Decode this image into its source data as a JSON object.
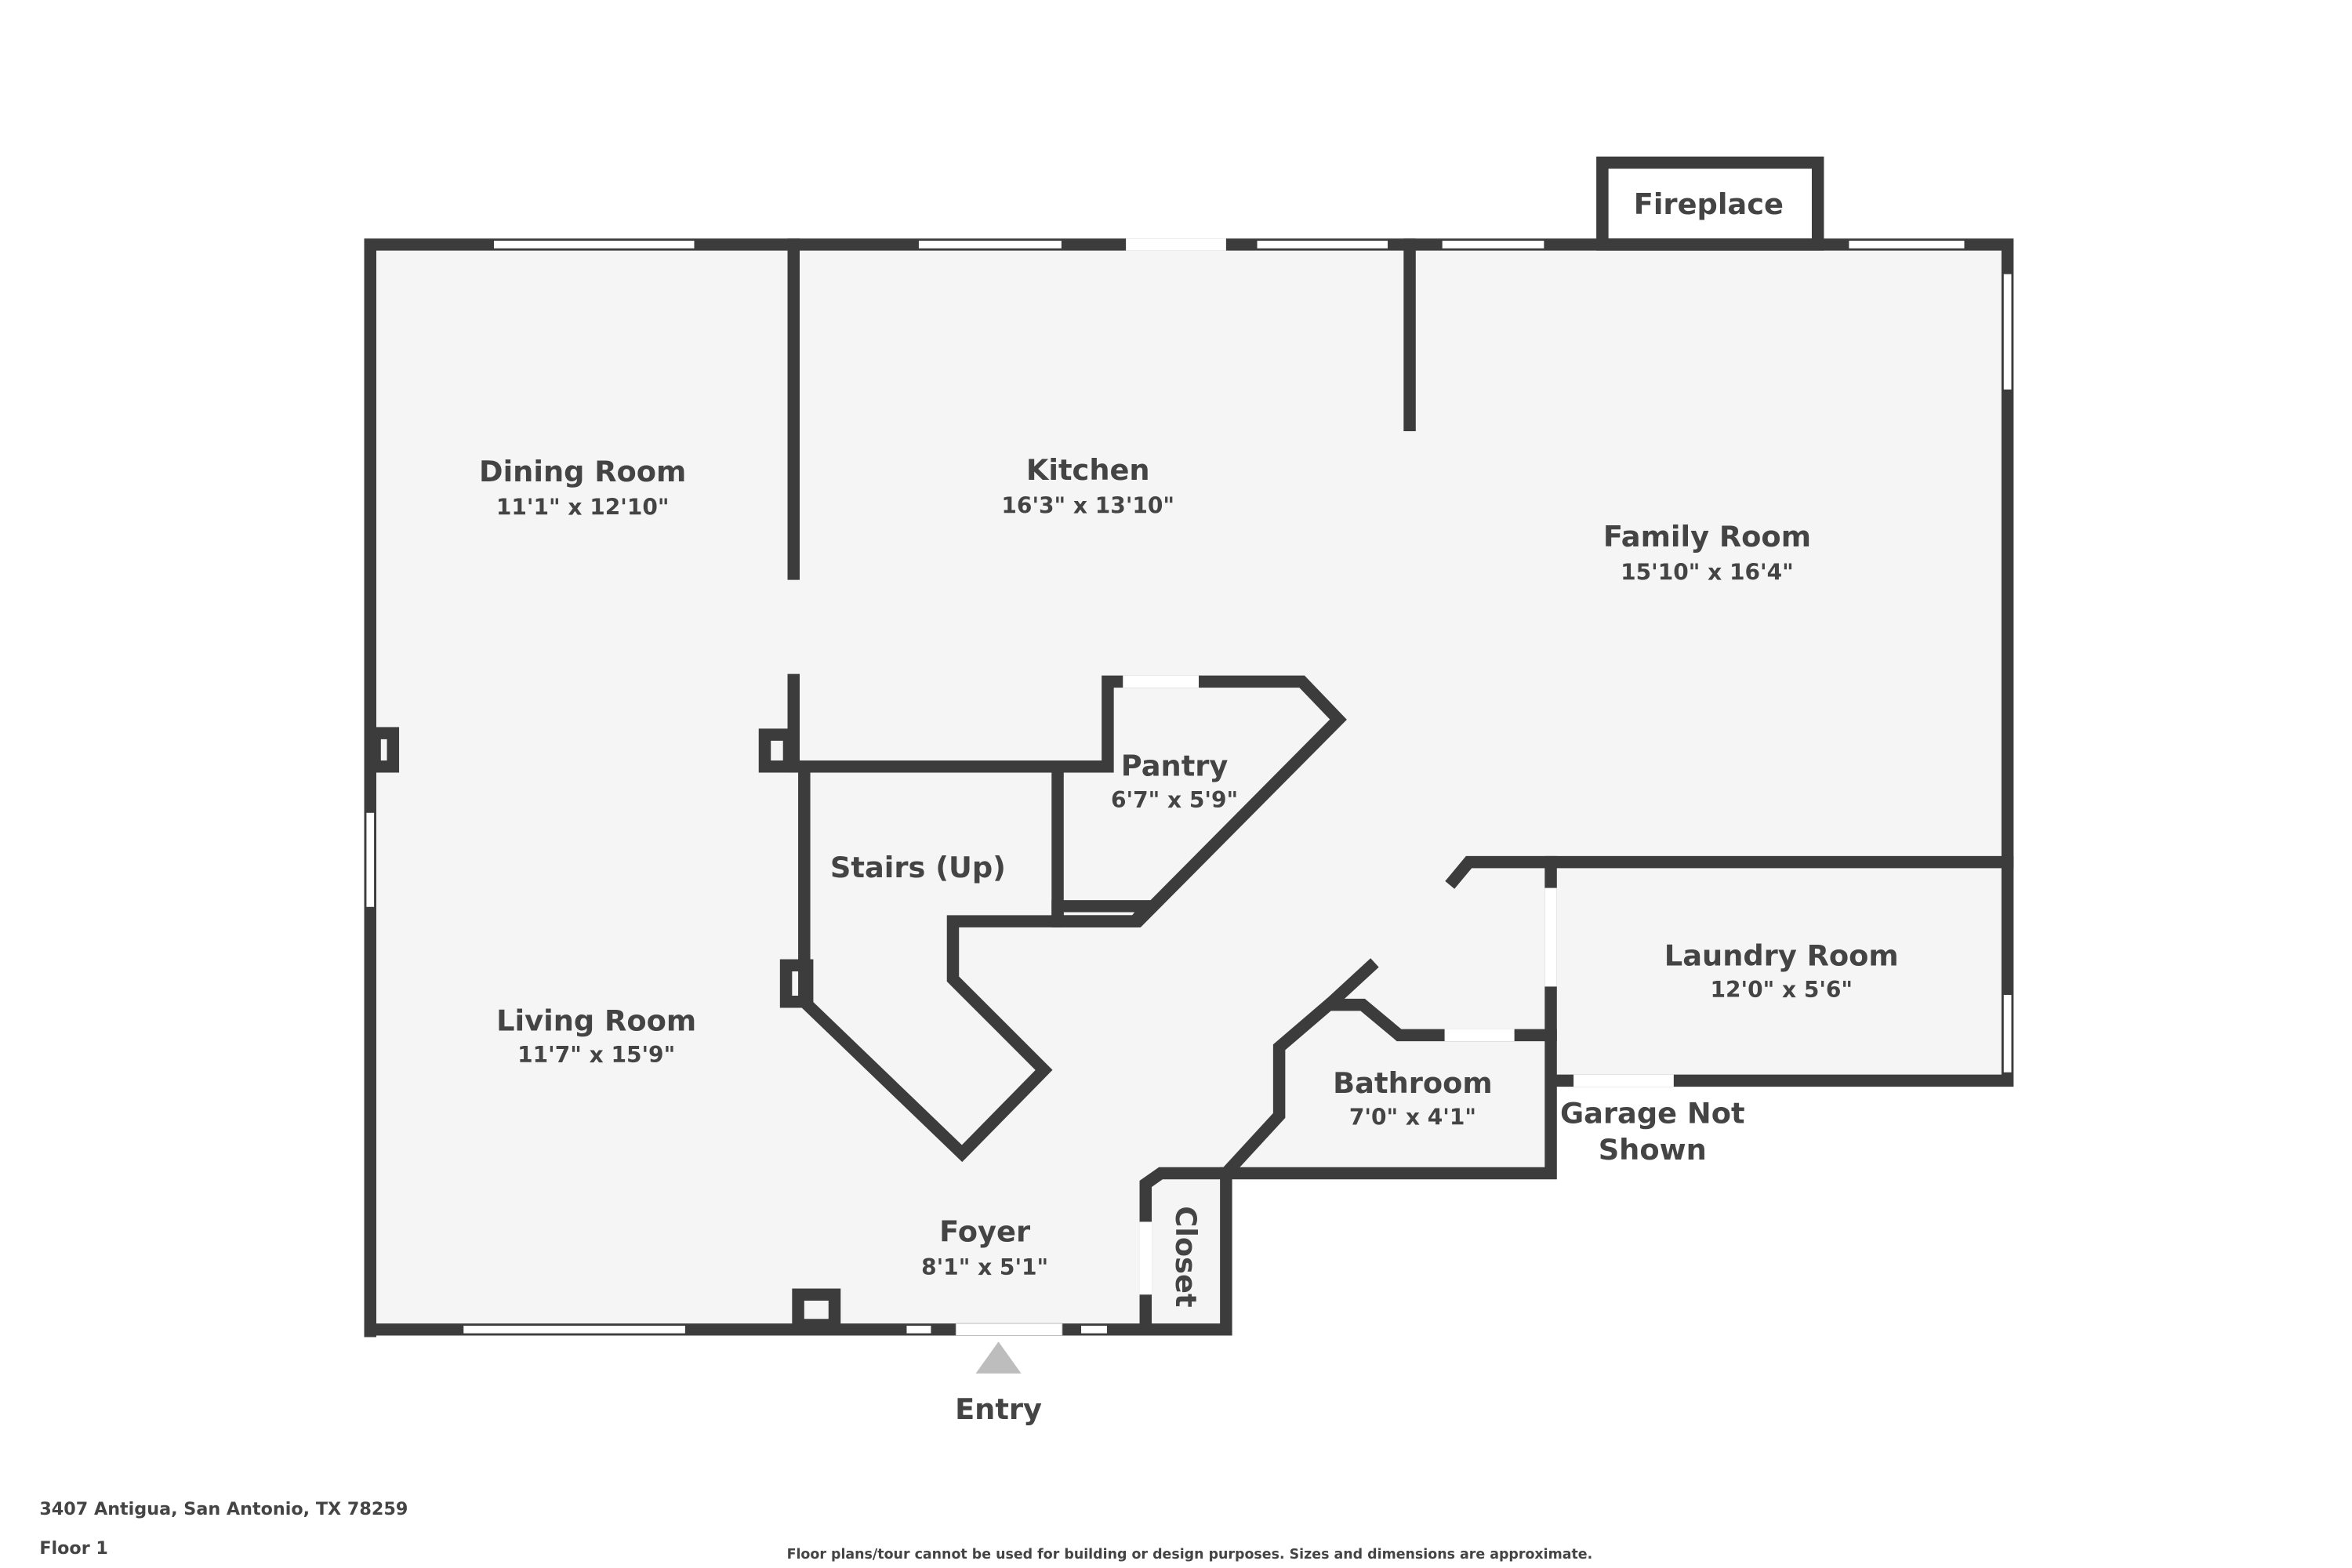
{
  "rooms": {
    "dining": {
      "name": "Dining Room",
      "dims": "11'1\" x 12'10\""
    },
    "kitchen": {
      "name": "Kitchen",
      "dims": "16'3\" x 13'10\""
    },
    "family": {
      "name": "Family Room",
      "dims": "15'10\" x 16'4\""
    },
    "pantry": {
      "name": "Pantry",
      "dims": "6'7\" x 5'9\""
    },
    "stairs": {
      "name": "Stairs (Up)"
    },
    "living": {
      "name": "Living Room",
      "dims": "11'7\" x 15'9\""
    },
    "laundry": {
      "name": "Laundry Room",
      "dims": "12'0\" x 5'6\""
    },
    "bathroom": {
      "name": "Bathroom",
      "dims": "7'0\" x 4'1\""
    },
    "foyer": {
      "name": "Foyer",
      "dims": "8'1\" x 5'1\""
    },
    "closet": {
      "name": "Closet"
    },
    "fireplace": {
      "name": "Fireplace"
    }
  },
  "labels": {
    "garage_line1": "Garage Not",
    "garage_line2": "Shown",
    "entry": "Entry"
  },
  "footer": {
    "address": "3407 Antigua, San Antonio, TX 78259",
    "floor": "Floor 1",
    "disclaimer": "Floor plans/tour cannot be used for building or design purposes. Sizes and dimensions are approximate."
  },
  "colors": {
    "wall": "#3c3c3c",
    "floor": "#f5f5f5",
    "text": "#444444"
  }
}
